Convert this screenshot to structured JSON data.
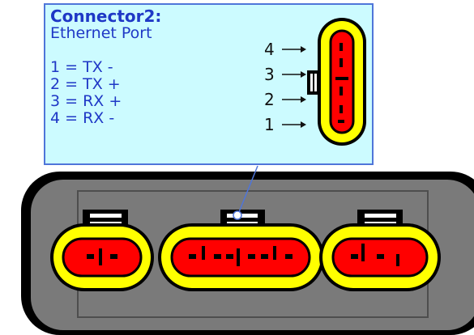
{
  "callout": {
    "title": "Connector2:",
    "subtitle": "Ethernet Port",
    "pins": [
      "1 = TX -",
      "2 = TX +",
      "3 = RX +",
      "4 = RX -"
    ]
  },
  "pin_numbers": [
    "4",
    "3",
    "2",
    "1"
  ],
  "colors": {
    "callout_bg": "#ccfbff",
    "callout_border": "#4f75d9",
    "text_blue": "#1f38c6",
    "body_gray": "#7a7a7a",
    "connector_yellow": "#ffff00",
    "connector_red": "#ff0000",
    "outline": "#000000"
  }
}
